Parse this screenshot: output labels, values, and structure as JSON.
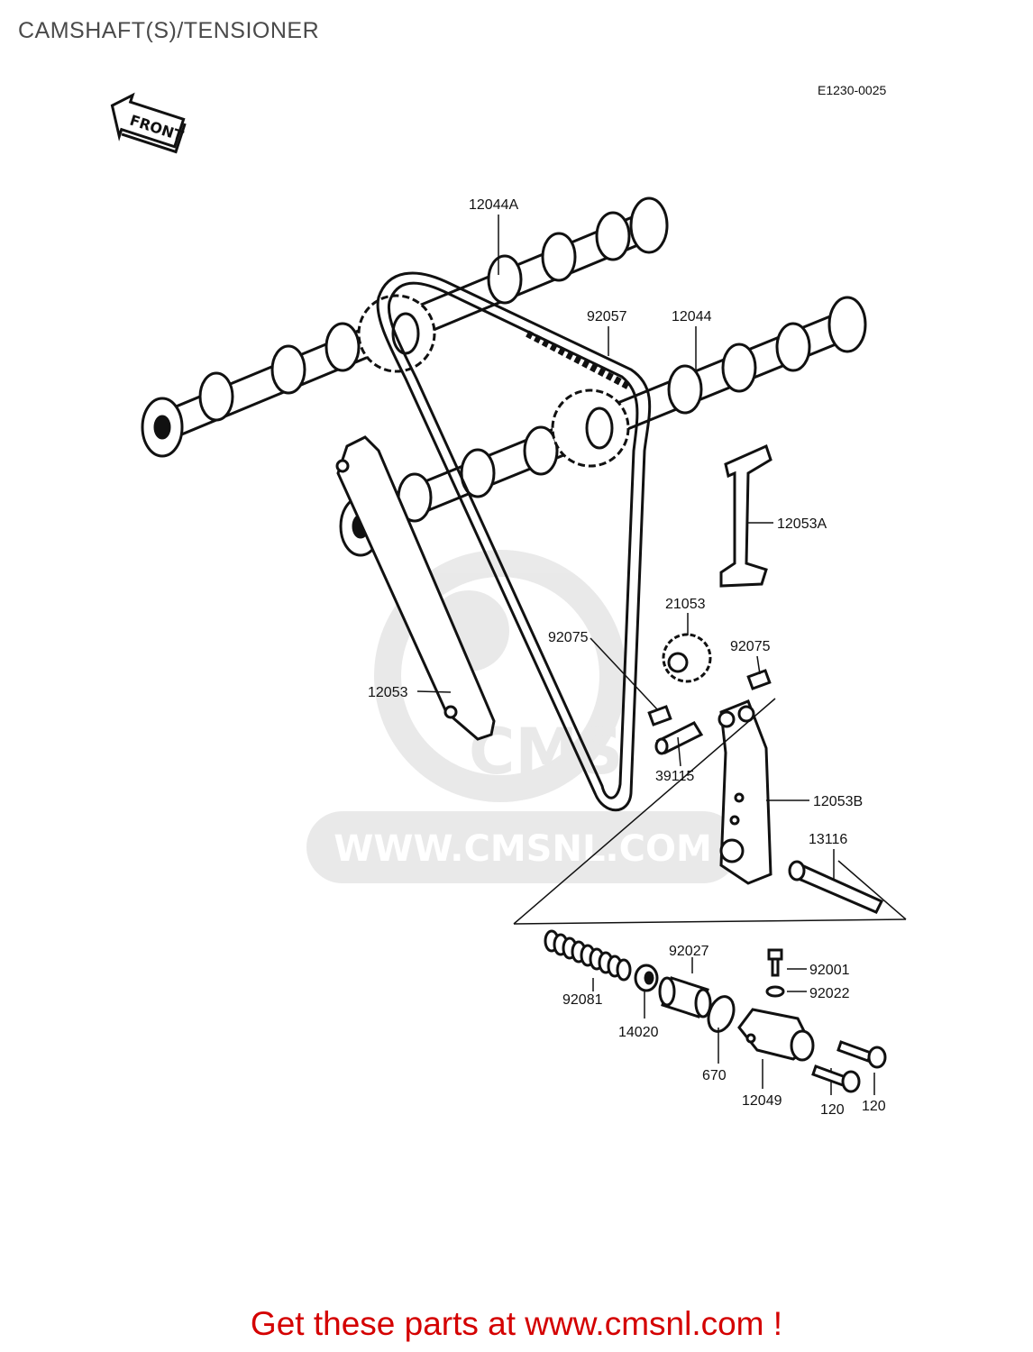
{
  "title": "CAMSHAFT(S)/TENSIONER",
  "diagram_code": "E1230-0025",
  "front_label": "FRONT",
  "watermark": "WWW.CMSNL.COM",
  "cta": "Get these parts at www.cmsnl.com !",
  "parts": {
    "p12044A": "12044A",
    "p92057": "92057",
    "p12044": "12044",
    "p12053A": "12053A",
    "p21053": "21053",
    "p92075a": "92075",
    "p92075b": "92075",
    "p12053": "12053",
    "p39115": "39115",
    "p12053B": "12053B",
    "p13116": "13116",
    "p92027": "92027",
    "p92001": "92001",
    "p92022": "92022",
    "p92081": "92081",
    "p14020": "14020",
    "p670": "670",
    "p12049": "12049",
    "p120a": "120",
    "p120b": "120"
  }
}
